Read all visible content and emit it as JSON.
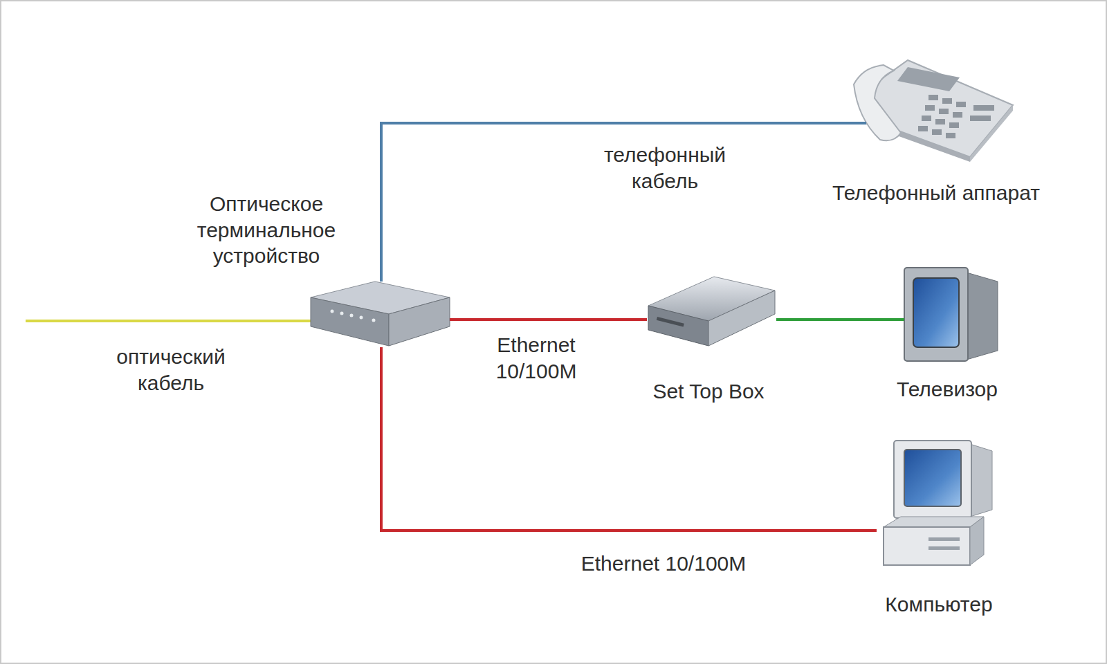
{
  "diagram": {
    "nodes": [
      {
        "text": [
          "Оптическое терминальное устройство"
        ]
      },
      {
        "text": [
          "Телефонный аппарат"
        ]
      },
      {
        "text": [
          "Set Top Box"
        ]
      },
      {
        "text": [
          "Телевизор"
        ]
      },
      {
        "text": [
          "Компьютер"
        ]
      }
    ],
    "edges": [
      {
        "from": 0,
        "to": 1,
        "arrow": "none",
        "label": "телефонный кабель"
      },
      {
        "from": 0,
        "to": 2,
        "arrow": "none",
        "label": "Ethernet 10/100M"
      },
      {
        "from": 2,
        "to": 3,
        "arrow": "none"
      },
      {
        "from": 0,
        "to": 4,
        "arrow": "none",
        "label": "Ethernet 10/100M"
      }
    ],
    "labels": [
      "оптический кабель"
    ]
  }
}
